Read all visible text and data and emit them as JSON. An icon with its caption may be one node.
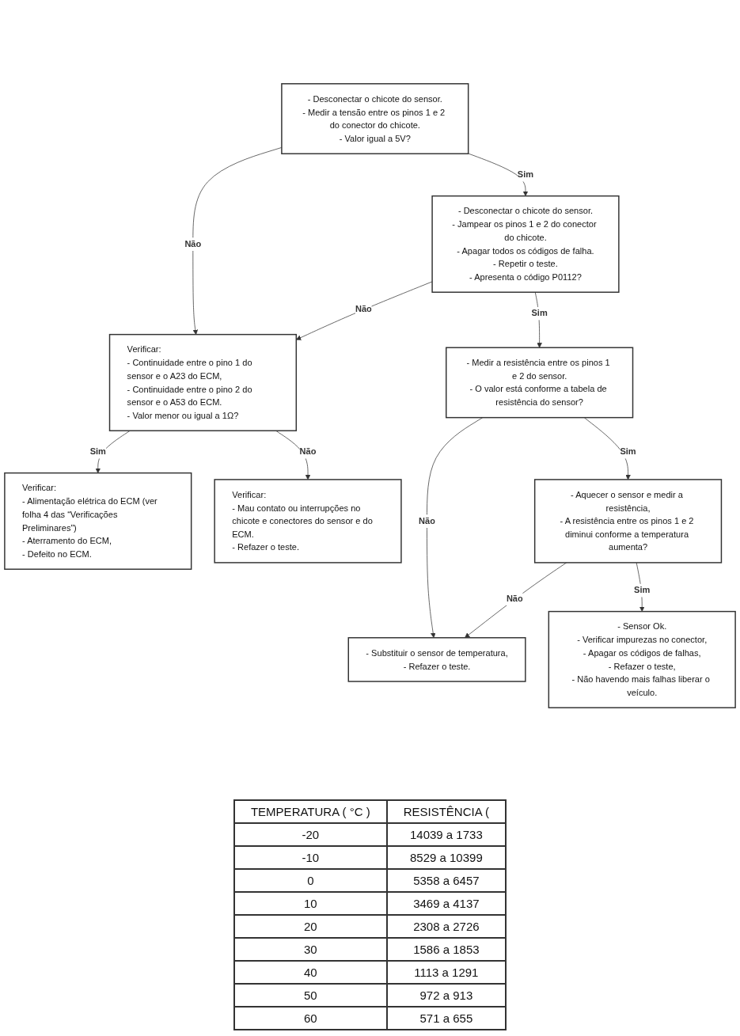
{
  "diagram": {
    "nodes": [
      {
        "text": [
          "- Desconectar o chicote do sensor.",
          "- Medir a tensão entre os pinos 1 e 2 do conector do chicote.",
          "- Valor igual a 5V?"
        ]
      },
      {
        "text": [
          "Verificar:",
          "- Continuidade entre o pino 1 do sensor e o A23 do ECM,",
          "- Continuidade entre o pino 2 do sensor e o A53 do ECM.",
          "- Valor menor ou igual a 1Ω?"
        ]
      },
      {
        "text": [
          "- Desconectar o chicote do sensor.",
          "- Jampear os pinos 1 e 2 do conector do chicote.",
          "- Apagar todos os códigos de falha.",
          "- Repetir o teste.",
          "- Apresenta o código P0112?"
        ]
      },
      {
        "text": [
          "Verificar:",
          "- Alimentação elétrica do ECM (ver folha 4 das “Verificações Preliminares”)",
          "- Aterramento do ECM,",
          "- Defeito no ECM."
        ]
      },
      {
        "text": [
          "Verificar:",
          "- Mau contato ou interrupções no chicote e conectores do sensor e do ECM.",
          "- Refazer o teste."
        ]
      },
      {
        "text": [
          "- Medir a resistência entre os pinos 1 e 2 do sensor.",
          "- O valor está conforme a tabela de resistência do sensor?"
        ]
      },
      {
        "text": [
          "- Substituir o sensor de temperatura,",
          "- Refazer o teste."
        ]
      },
      {
        "text": [
          "- Aquecer o sensor e medir a resistência,",
          "- A resistência entre os pinos 1 e 2 diminui conforme a temperatura aumenta?"
        ]
      },
      {
        "text": [
          "- Sensor Ok.",
          "- Verificar impurezas no conector,",
          "- Apagar os códigos de falhas,",
          "- Refazer o teste,",
          "- Não havendo mais falhas liberar o veículo."
        ]
      }
    ],
    "edges": [
      {
        "from": 0,
        "to": 1,
        "label": "Não",
        "arrow": "to"
      },
      {
        "from": 2,
        "to": 1,
        "label": "Não",
        "arrow": "to"
      },
      {
        "from": 1,
        "to": 3,
        "label": "Sim",
        "arrow": "to"
      },
      {
        "from": 1,
        "to": 4,
        "label": "Não",
        "arrow": "to"
      },
      {
        "from": 0,
        "to": 2,
        "label": "Sim",
        "arrow": "to"
      },
      {
        "from": 2,
        "to": 5,
        "label": "Sim",
        "arrow": "to"
      },
      {
        "from": 5,
        "to": 6,
        "label": "Não",
        "arrow": "to"
      },
      {
        "from": 7,
        "to": 6,
        "label": "Não",
        "arrow": "to"
      },
      {
        "from": 5,
        "to": 7,
        "label": "Sim",
        "arrow": "to"
      },
      {
        "from": 7,
        "to": 8,
        "label": "Sim",
        "arrow": "to"
      }
    ],
    "labels": [
      "TEMPERATURA ( °C )",
      "RESISTÊNCIA (",
      "-20",
      "14039 a 1733",
      "-10",
      "8529 a 10399",
      "0",
      "5358 a 6457",
      "10",
      "3469 a 4137",
      "20",
      "2308 a 2726",
      "30",
      "1586 a 1853",
      "40",
      "1113 a 1291",
      "50",
      "972 a 913",
      "60",
      "571 a 655"
    ]
  }
}
